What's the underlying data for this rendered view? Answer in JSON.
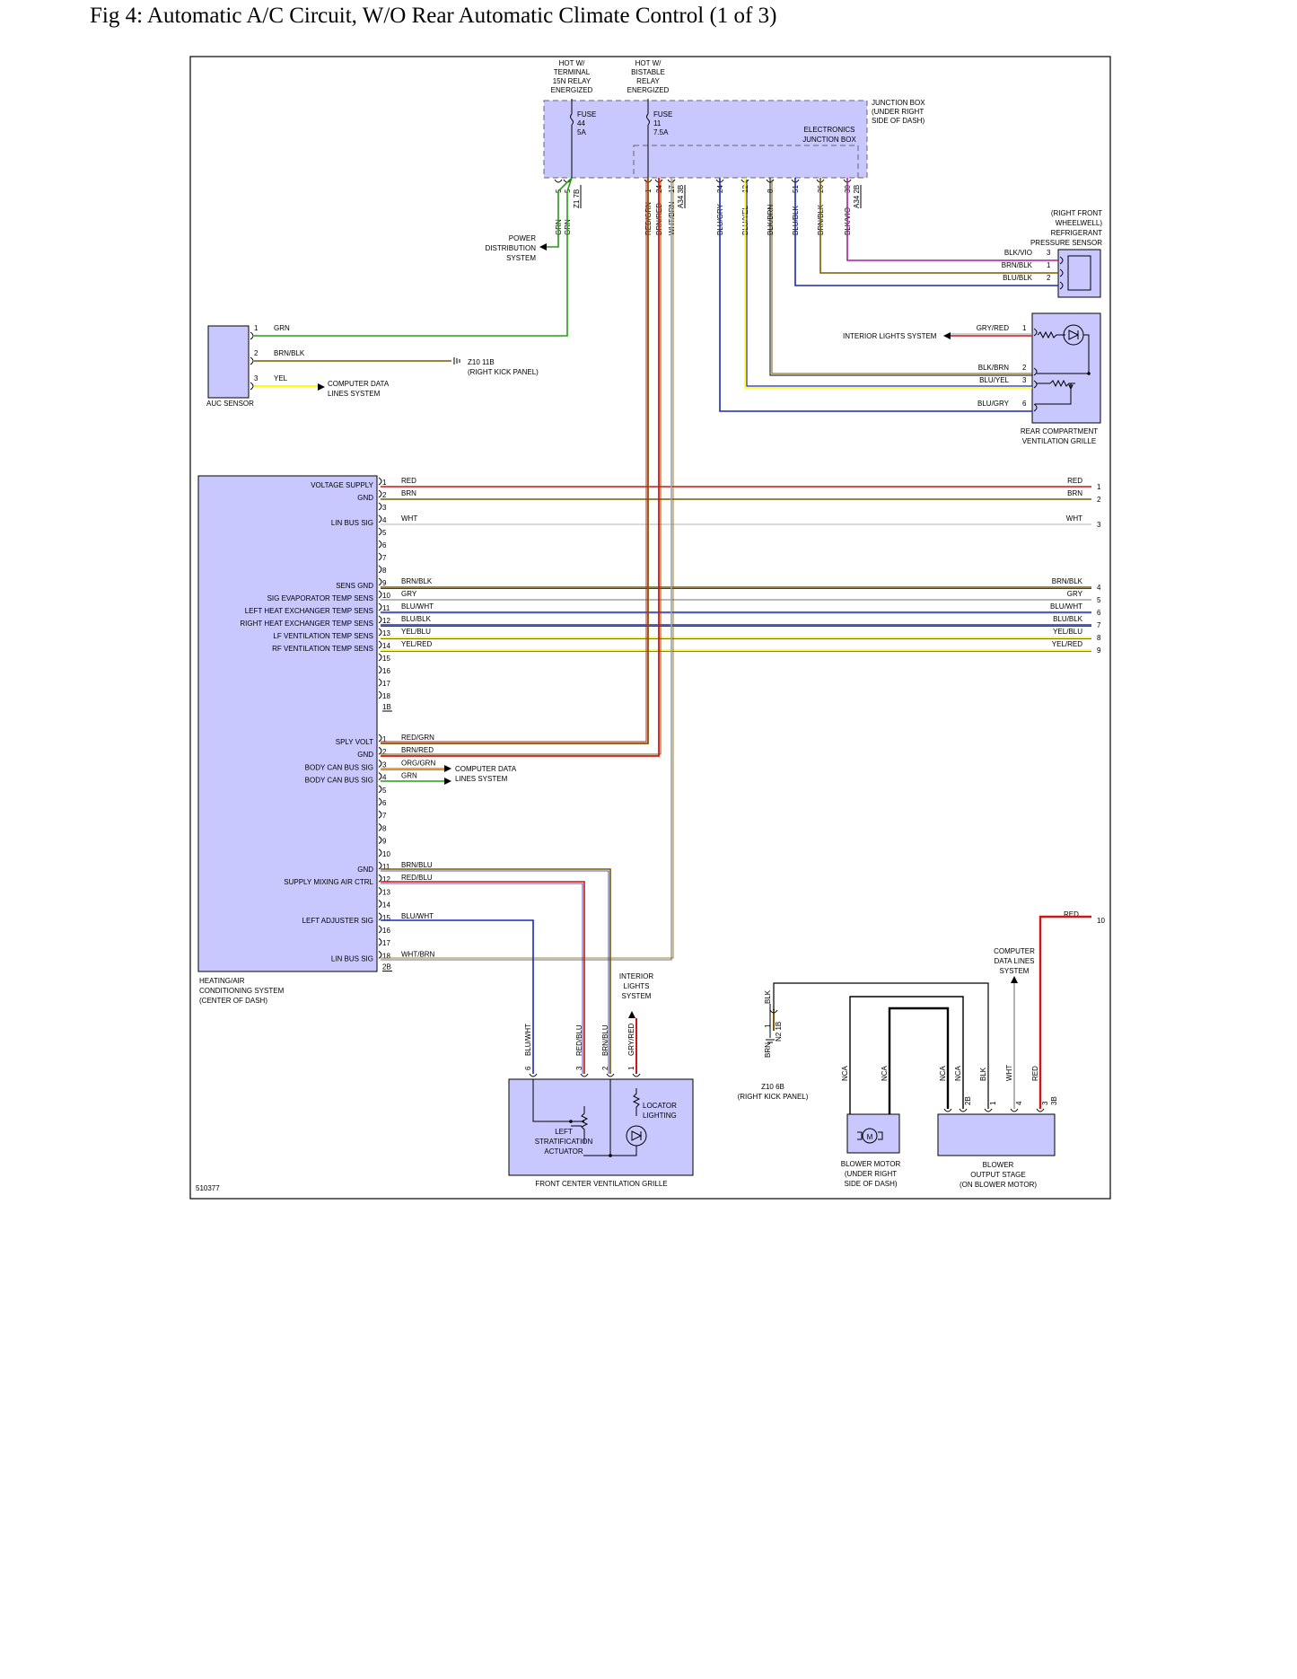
{
  "title": "Fig 4: Automatic A/C Circuit, W/O Rear Automatic Climate Control (1 of 3)",
  "figure_id": "510377",
  "colors": {
    "box_fill": "#c8c8ff",
    "GRN": "#2a9a1a",
    "BRN": "#7a5a00",
    "YEL": "#ffff00",
    "RED": "#d21414",
    "WHT": "#cfcfcf",
    "GRY": "#a0a0a0",
    "BLU": "#1a2ab0",
    "VIO": "#a020a0",
    "ORG": "#f08000",
    "BLK": "#000000"
  },
  "junction_box": {
    "hot1": [
      "HOT W/",
      "TERMINAL",
      "15N RELAY",
      "ENERGIZED"
    ],
    "hot2": [
      "HOT W/",
      "BISTABLE",
      "RELAY",
      "ENERGIZED"
    ],
    "fuse1": [
      "FUSE",
      "44",
      "5A"
    ],
    "fuse2": [
      "FUSE",
      "11",
      "7.5A"
    ],
    "label": [
      "JUNCTION BOX",
      "(UNDER RIGHT",
      "SIDE OF DASH)"
    ],
    "ejb": [
      "ELECTRONICS",
      "JUNCTION BOX"
    ],
    "pins": [
      {
        "pin": "5",
        "wire": "GRN"
      },
      {
        "pin": "5",
        "wire": "GRN",
        "connector": "Z1 7B"
      },
      {
        "pin": "1",
        "wire": "RED/GRN"
      },
      {
        "pin": "24",
        "wire": "BRN/RED"
      },
      {
        "pin": "17",
        "wire": "WHT/BRN",
        "connector": "A34 3B"
      },
      {
        "pin": "24",
        "wire": "BLU/GRY"
      },
      {
        "pin": "12",
        "wire": "BLU/YEL"
      },
      {
        "pin": "8",
        "wire": "BLK/BRN"
      },
      {
        "pin": "51",
        "wire": "BLU/BLK"
      },
      {
        "pin": "26",
        "wire": "BRN/BLK"
      },
      {
        "pin": "30",
        "wire": "BLK/VIO",
        "connector": "A34 2B"
      }
    ]
  },
  "power_distribution": [
    "POWER",
    "DISTRIBUTION",
    "SYSTEM"
  ],
  "pressure_sensor": {
    "label": [
      "(RIGHT FRONT",
      "WHEELWELL)",
      "REFRIGERANT",
      "PRESSURE SENSOR"
    ],
    "pins": [
      {
        "wire": "BLK/VIO",
        "pin": "3"
      },
      {
        "wire": "BRN/BLK",
        "pin": "1"
      },
      {
        "wire": "BLU/BLK",
        "pin": "2"
      }
    ]
  },
  "auc_sensor": {
    "label": "AUC SENSOR",
    "pins": [
      {
        "pin": "1",
        "wire": "GRN"
      },
      {
        "pin": "2",
        "wire": "BRN/BLK"
      },
      {
        "pin": "3",
        "wire": "YEL"
      }
    ],
    "ground": [
      "Z10 11B",
      "(RIGHT KICK PANEL)"
    ],
    "data": [
      "COMPUTER DATA",
      "LINES SYSTEM"
    ]
  },
  "rear_grille": {
    "interior_lights": "INTERIOR LIGHTS SYSTEM",
    "label": [
      "REAR COMPARTMENT",
      "VENTILATION GRILLE"
    ],
    "pins": [
      {
        "wire": "GRY/RED",
        "pin": "1"
      },
      {
        "wire": "BLK/BRN",
        "pin": "2"
      },
      {
        "wire": "BLU/YEL",
        "pin": "3"
      },
      {
        "wire": "BLU/GRY",
        "pin": "6"
      }
    ]
  },
  "hvac": {
    "label": [
      "HEATING/AIR",
      "CONDITIONING SYSTEM",
      "(CENTER OF DASH)"
    ],
    "connector1_pins": [
      {
        "pin": "1",
        "signal": "VOLTAGE SUPPLY",
        "wire": "RED",
        "far_pin": "1"
      },
      {
        "pin": "2",
        "signal": "GND",
        "wire": "BRN",
        "far_pin": "2"
      },
      {
        "pin": "3",
        "signal": "",
        "wire": "",
        "far_pin": ""
      },
      {
        "pin": "4",
        "signal": "LIN BUS SIG",
        "wire": "WHT",
        "far_pin": "3"
      },
      {
        "pin": "5",
        "signal": "",
        "wire": "",
        "far_pin": ""
      },
      {
        "pin": "6",
        "signal": "",
        "wire": "",
        "far_pin": ""
      },
      {
        "pin": "7",
        "signal": "",
        "wire": "",
        "far_pin": ""
      },
      {
        "pin": "8",
        "signal": "",
        "wire": "",
        "far_pin": ""
      },
      {
        "pin": "9",
        "signal": "SENS GND",
        "wire": "BRN/BLK",
        "far_pin": "4"
      },
      {
        "pin": "10",
        "signal": "SIG EVAPORATOR TEMP SENS",
        "wire": "GRY",
        "far_pin": "5"
      },
      {
        "pin": "11",
        "signal": "LEFT HEAT EXCHANGER TEMP SENS",
        "wire": "BLU/WHT",
        "far_pin": "6"
      },
      {
        "pin": "12",
        "signal": "RIGHT HEAT EXCHANGER TEMP SENS",
        "wire": "BLU/BLK",
        "far_pin": "7"
      },
      {
        "pin": "13",
        "signal": "LF VENTILATION TEMP SENS",
        "wire": "YEL/BLU",
        "far_pin": "8"
      },
      {
        "pin": "14",
        "signal": "RF VENTILATION TEMP SENS",
        "wire": "YEL/RED",
        "far_pin": "9"
      },
      {
        "pin": "15",
        "signal": "",
        "wire": "",
        "far_pin": ""
      },
      {
        "pin": "16",
        "signal": "",
        "wire": "",
        "far_pin": ""
      },
      {
        "pin": "17",
        "signal": "",
        "wire": "",
        "far_pin": ""
      },
      {
        "pin": "18",
        "signal": "",
        "wire": "",
        "far_pin": ""
      }
    ],
    "connector1_id": "1B",
    "connector2_pins": [
      {
        "pin": "1",
        "signal": "SPLY VOLT",
        "wire": "RED/GRN"
      },
      {
        "pin": "2",
        "signal": "GND",
        "wire": "BRN/RED"
      },
      {
        "pin": "3",
        "signal": "BODY CAN BUS SIG",
        "wire": "ORG/GRN"
      },
      {
        "pin": "4",
        "signal": "BODY CAN BUS SIG",
        "wire": "GRN"
      },
      {
        "pin": "5",
        "signal": "",
        "wire": ""
      },
      {
        "pin": "6",
        "signal": "",
        "wire": ""
      },
      {
        "pin": "7",
        "signal": "",
        "wire": ""
      },
      {
        "pin": "8",
        "signal": "",
        "wire": ""
      },
      {
        "pin": "9",
        "signal": "",
        "wire": ""
      },
      {
        "pin": "10",
        "signal": "",
        "wire": ""
      },
      {
        "pin": "11",
        "signal": "GND",
        "wire": "BRN/BLU"
      },
      {
        "pin": "12",
        "signal": "SUPPLY MIXING AIR CTRL",
        "wire": "RED/BLU"
      },
      {
        "pin": "13",
        "signal": "",
        "wire": ""
      },
      {
        "pin": "14",
        "signal": "",
        "wire": ""
      },
      {
        "pin": "15",
        "signal": "LEFT ADJUSTER SIG",
        "wire": "BLU/WHT"
      },
      {
        "pin": "16",
        "signal": "",
        "wire": ""
      },
      {
        "pin": "17",
        "signal": "",
        "wire": ""
      },
      {
        "pin": "18",
        "signal": "LIN BUS SIG",
        "wire": "WHT/BRN"
      }
    ],
    "connector2_id": "2B",
    "can_data": [
      "COMPUTER DATA",
      "LINES SYSTEM"
    ]
  },
  "front_grille": {
    "interior_lights": [
      "INTERIOR",
      "LIGHTS",
      "SYSTEM"
    ],
    "label": "FRONT CENTER VENTILATION GRILLE",
    "actuator": [
      "LEFT",
      "STRATIFICATION",
      "ACTUATOR"
    ],
    "locator": [
      "LOCATOR",
      "LIGHTING"
    ],
    "pins": [
      {
        "pin": "6",
        "wire": "BLU/WHT"
      },
      {
        "pin": "3",
        "wire": "RED/BLU"
      },
      {
        "pin": "2",
        "wire": "BRN/BLU"
      },
      {
        "pin": "1",
        "wire": "GRY/RED"
      }
    ]
  },
  "ground_z10_6b": {
    "label": [
      "Z10 6B",
      "(RIGHT KICK PANEL)"
    ],
    "wire_top": "BLK",
    "pin": "1",
    "connector": "N2 1B",
    "wire_bottom": "BRN"
  },
  "blower": {
    "motor_label": [
      "BLOWER MOTOR",
      "(UNDER RIGHT",
      "SIDE OF DASH)"
    ],
    "motor_symbol": "M",
    "stage_label": [
      "BLOWER",
      "OUTPUT STAGE",
      "(ON BLOWER MOTOR)"
    ],
    "data": [
      "COMPUTER",
      "DATA LINES",
      "SYSTEM"
    ],
    "red_wire": "RED",
    "red_far_pin": "10",
    "wires": [
      {
        "wire": "NCA",
        "pin": ""
      },
      {
        "wire": "NCA",
        "pin": ""
      },
      {
        "wire": "NCA",
        "pin": ""
      },
      {
        "wire": "NCA",
        "pin": "2B"
      },
      {
        "wire": "BLK",
        "pin": "1"
      },
      {
        "wire": "WHT",
        "pin": "4"
      },
      {
        "wire": "RED",
        "pin": "3",
        "connector": "3B"
      }
    ]
  }
}
